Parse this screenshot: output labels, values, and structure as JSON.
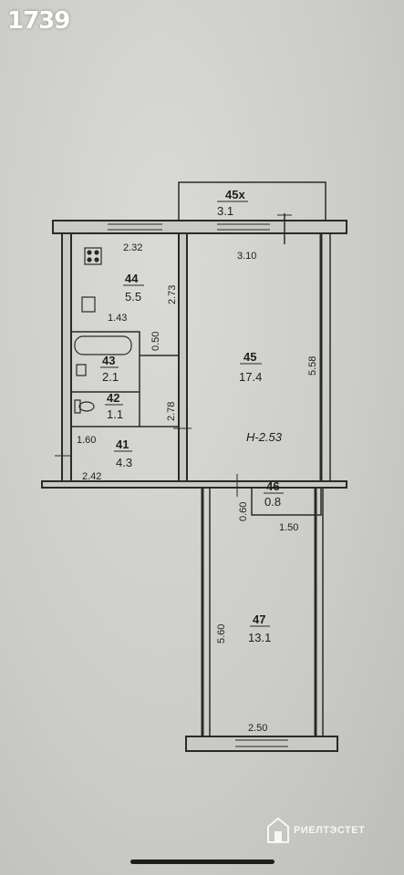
{
  "badge": "1739",
  "watermark": "РИЕЛТЭСТЕТ",
  "rooms": {
    "r45x": {
      "num": "45х",
      "area": "3.1"
    },
    "r44": {
      "num": "44",
      "area": "5.5"
    },
    "r43": {
      "num": "43",
      "area": "2.1"
    },
    "r42": {
      "num": "42",
      "area": "1.1"
    },
    "r41": {
      "num": "41",
      "area": "4.3"
    },
    "r45": {
      "num": "45",
      "area": "17.4"
    },
    "r46": {
      "num": "46",
      "area": "0.8"
    },
    "r47": {
      "num": "47",
      "area": "13.1"
    }
  },
  "ceiling_height": "H-2.53",
  "dims": {
    "d232": "2.32",
    "d310": "3.10",
    "d273": "2.73",
    "d143": "1.43",
    "d050": "0.50",
    "d558": "5.58",
    "d278": "2.78",
    "d160": "1.60",
    "d242": "2.42",
    "d060": "0.60",
    "d150": "1.50",
    "d560": "5.60",
    "d250": "2.50"
  }
}
